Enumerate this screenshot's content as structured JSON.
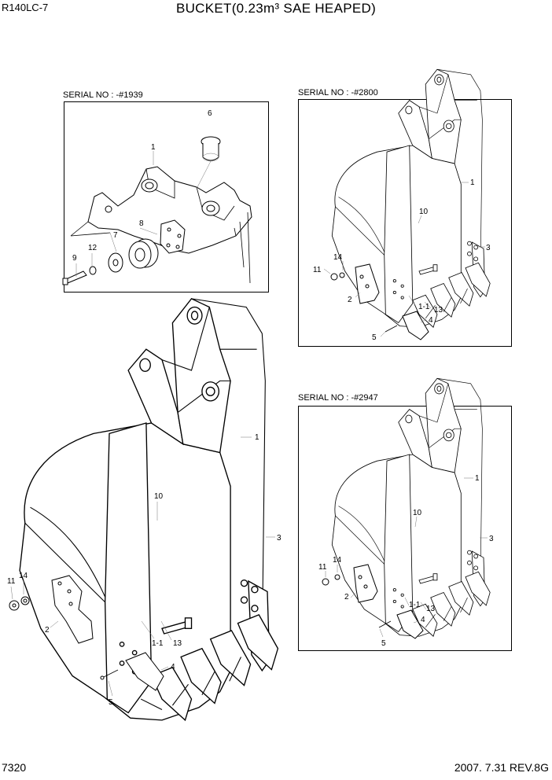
{
  "header": {
    "model": "R140LC-7",
    "title": "BUCKET(0.23m³ SAE HEAPED)"
  },
  "footer": {
    "page": "7320",
    "date_rev": "2007. 7.31  REV.8G"
  },
  "panels": {
    "top_left": {
      "serial": "SERIAL NO : -#1939",
      "callouts": [
        "1",
        "6",
        "8",
        "7",
        "9",
        "12"
      ]
    },
    "top_right": {
      "serial": "SERIAL NO : -#2800",
      "callouts": [
        "1",
        "10",
        "3",
        "14",
        "11",
        "2",
        "1-1",
        "13",
        "4",
        "5"
      ]
    },
    "bottom_right": {
      "serial": "SERIAL NO : -#2947",
      "callouts": [
        "1",
        "10",
        "3",
        "11",
        "14",
        "2",
        "1-1",
        "13",
        "4",
        "5"
      ]
    },
    "main": {
      "callouts": [
        "1",
        "10",
        "3",
        "11",
        "14",
        "2",
        "1-1",
        "13",
        "4",
        "5"
      ]
    }
  }
}
